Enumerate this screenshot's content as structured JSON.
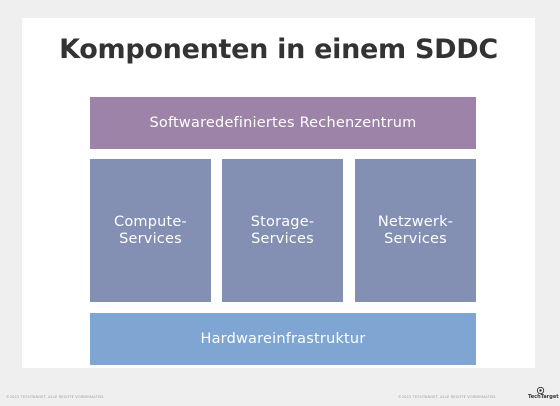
{
  "title": "Komponenten in einem SDDC",
  "layers": {
    "top": "Softwaredefiniertes Rechenzentrum",
    "services": [
      "Compute-\nServices",
      "Storage-\nServices",
      "Netzwerk-\nServices"
    ],
    "bottom": "Hardwareinfrastruktur"
  },
  "footer": {
    "left": "©2022 TECHTARGET. ALLE RECHTE VORBEHALTEN.",
    "right": "©2022 TECHTARGET. ALLE RECHTE VORBEHALTEN.",
    "logo": "TechTarget"
  },
  "colors": {
    "top_layer": "#9d83a8",
    "services": "#8490b3",
    "bottom_layer": "#7fa5d3",
    "title": "#333333"
  }
}
